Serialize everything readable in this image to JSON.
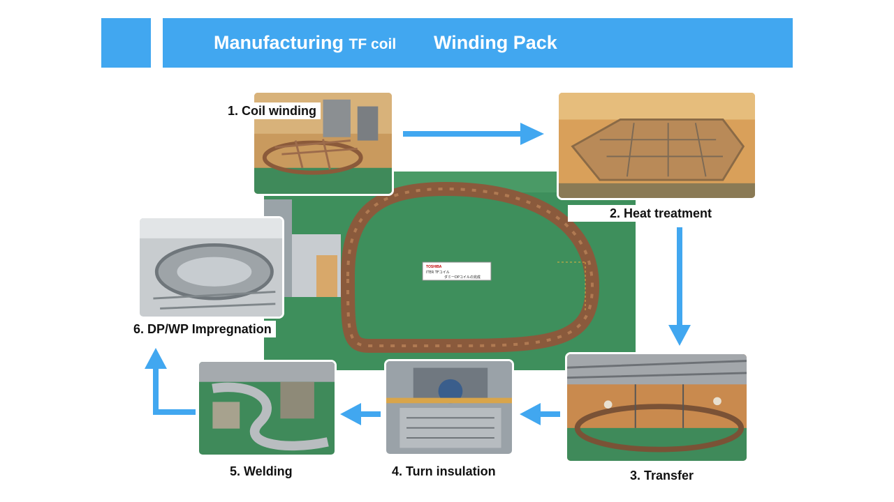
{
  "header": {
    "title_main": "Manufacturing",
    "title_small": "TF coil",
    "title_sub": "Winding Pack"
  },
  "steps": [
    {
      "label": "1. Coil winding"
    },
    {
      "label": "2. Heat treatment"
    },
    {
      "label": "3. Transfer"
    },
    {
      "label": "4. Turn insulation"
    },
    {
      "label": "5. Welding"
    },
    {
      "label": "6. DP/WP Impregnation"
    }
  ],
  "center_sign": {
    "line1": "TOSHIBA",
    "line2": "ITER TFコイル",
    "line3": "ダミーDPコイルの完成"
  },
  "colors": {
    "accent": "#41a7f0",
    "floor_green": "#3b8b59",
    "coil_copper": "#8a5a3c",
    "workshop_orange": "#d9a05a"
  }
}
